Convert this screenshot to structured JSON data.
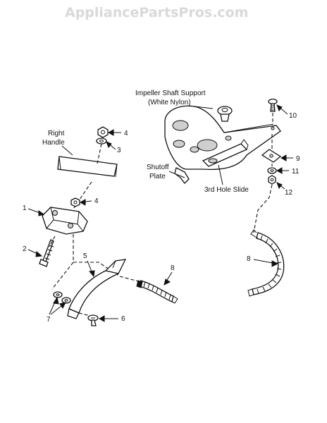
{
  "watermark": "AppliancePartsPros.com",
  "labels": {
    "right_handle_line1": "Right",
    "right_handle_line2": "Handle",
    "impeller_line1": "Impeller Shaft Support",
    "impeller_line2": "(White Nylon)",
    "shutoff_line1": "Shutoff",
    "shutoff_line2": "Plate",
    "third_hole_slide": "3rd Hole Slide"
  },
  "callouts": {
    "c1": "1",
    "c2": "2",
    "c3": "3",
    "c4a": "4",
    "c4b": "4",
    "c5": "5",
    "c6": "6",
    "c7": "7",
    "c8a": "8",
    "c8b": "8",
    "c9": "9",
    "c10": "10",
    "c11": "11",
    "c12": "12"
  }
}
